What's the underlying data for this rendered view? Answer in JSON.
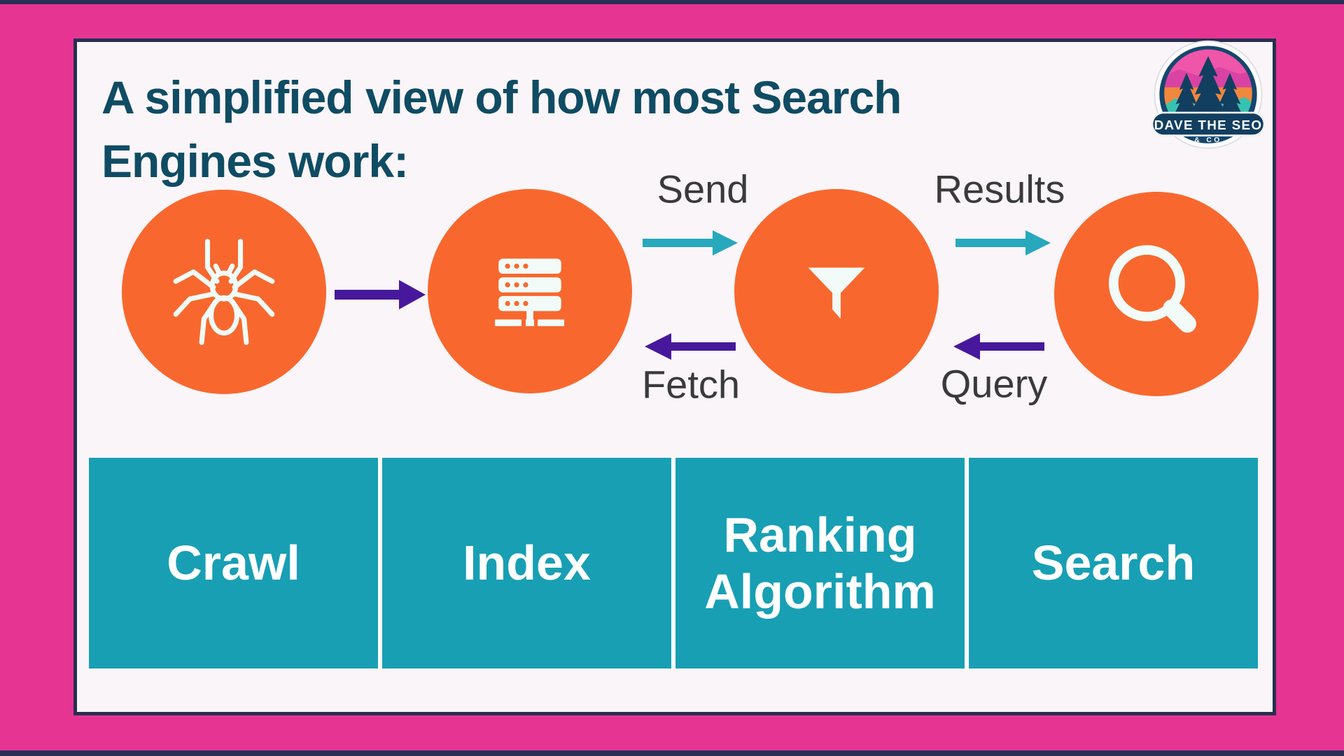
{
  "title": {
    "line1": "A simplified view of how most Search",
    "line2": "Engines work:"
  },
  "logo": {
    "banner": "DAVE THE SEO",
    "sub": "& CO"
  },
  "flow": {
    "nodes": [
      {
        "name": "crawler",
        "icon": "spider-icon"
      },
      {
        "name": "index-server",
        "icon": "server-icon"
      },
      {
        "name": "ranking-filter",
        "icon": "funnel-icon"
      },
      {
        "name": "search",
        "icon": "magnifier-icon"
      }
    ],
    "arrows": [
      {
        "from": "crawler",
        "to": "index-server",
        "dir": "right",
        "color": "#47189c",
        "label": ""
      },
      {
        "from": "index-server",
        "to": "ranking-filter",
        "dir": "right",
        "color": "#27a8bd",
        "label": "Send"
      },
      {
        "from": "ranking-filter",
        "to": "index-server",
        "dir": "left",
        "color": "#47189c",
        "label": "Fetch"
      },
      {
        "from": "ranking-filter",
        "to": "search",
        "dir": "right",
        "color": "#27a8bd",
        "label": "Results"
      },
      {
        "from": "search",
        "to": "ranking-filter",
        "dir": "left",
        "color": "#47189c",
        "label": "Query"
      }
    ]
  },
  "table": {
    "cells": [
      "Crawl",
      "Index",
      "Ranking Algorithm",
      "Search"
    ]
  },
  "colors": {
    "frame_pink": "#e63493",
    "frame_navy": "#2a2f55",
    "card_bg": "#faf5f8",
    "card_border": "#273050",
    "node_orange": "#f8682e",
    "icon_white": "#f2fbf7",
    "arrow_teal": "#27a8bd",
    "arrow_purple": "#47189c",
    "table_teal": "#189fb4",
    "title_color": "#0f4c63",
    "label_color": "#3a3a3a"
  }
}
